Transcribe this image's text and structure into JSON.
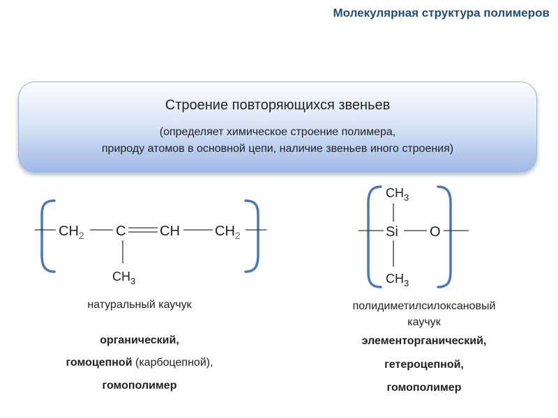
{
  "slide": {
    "title": "Молекулярная структура полимеров"
  },
  "banner": {
    "heading": "Строение повторяющихся звеньев",
    "line1": "(определяет химическое строение полимера,",
    "line2": "природу атомов в основной цепи, наличие звеньев иного строения)"
  },
  "left": {
    "formula": {
      "ch2_a": "CH",
      "ch2_a_sub": "2",
      "c": "C",
      "ch": "CH",
      "ch2_b": "CH",
      "ch2_b_sub": "2",
      "ch3": "CH",
      "ch3_sub": "3"
    },
    "caption": "натуральный каучук",
    "line1": "органический,",
    "line2_bold": "гомоцепной",
    "line2_normal": " (карбоцепной),",
    "line3": "гомополимер"
  },
  "right": {
    "formula": {
      "ch3_top": "CH",
      "ch3_top_sub": "3",
      "si": "Si",
      "o": "O",
      "ch3_bottom": "CH",
      "ch3_bottom_sub": "3"
    },
    "caption_line1": "полидиметилсилоксановый",
    "caption_line2": "каучук",
    "line1": "элементорганический,",
    "line2": "гетероцепной,",
    "line3": "гомополимер"
  },
  "colors": {
    "title": "#1F4E79",
    "bracket": "#4A78B5",
    "banner_top": "#FBFCFF",
    "banner_bottom": "#9FBAE7"
  }
}
